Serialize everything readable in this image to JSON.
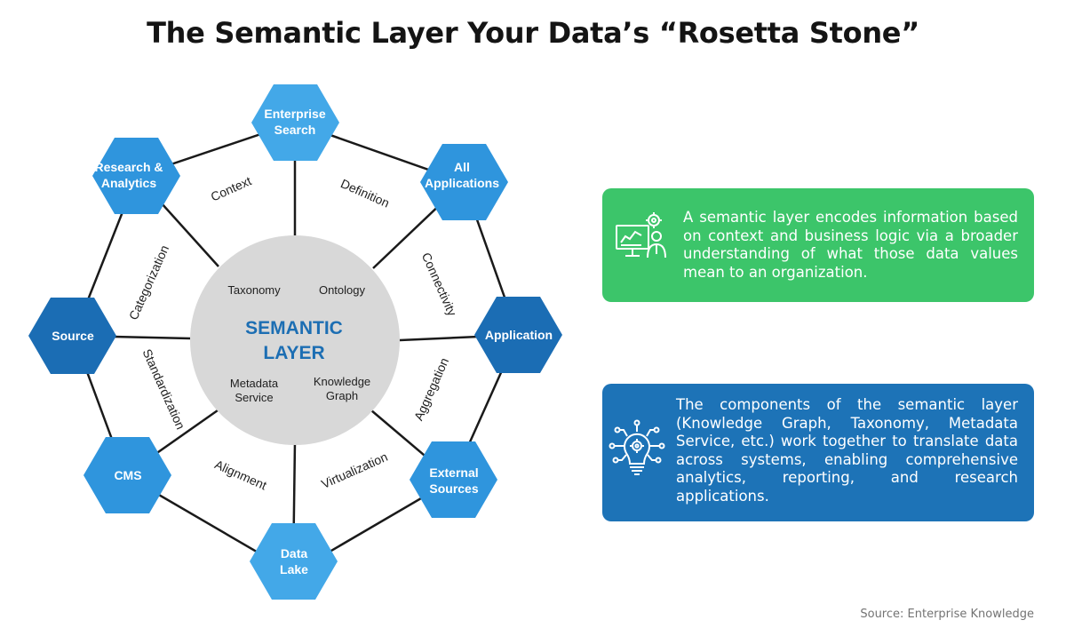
{
  "title": "The Semantic Layer Your Data’s “Rosetta Stone”",
  "center": {
    "title_line1": "SEMANTIC",
    "title_line2": "LAYER",
    "components": [
      {
        "line1": "Taxonomy",
        "line2": ""
      },
      {
        "line1": "Ontology",
        "line2": ""
      },
      {
        "line1": "Metadata",
        "line2": "Service"
      },
      {
        "line1": "Knowledge",
        "line2": "Graph"
      }
    ]
  },
  "nodes": [
    {
      "id": "enterprise-search",
      "line1": "Enterprise",
      "line2": "Search"
    },
    {
      "id": "all-applications",
      "line1": "All",
      "line2": "Applications"
    },
    {
      "id": "application",
      "line1": "Application",
      "line2": ""
    },
    {
      "id": "external-sources",
      "line1": "External",
      "line2": "Sources"
    },
    {
      "id": "data-lake",
      "line1": "Data",
      "line2": "Lake"
    },
    {
      "id": "cms",
      "line1": "CMS",
      "line2": ""
    },
    {
      "id": "source",
      "line1": "Source",
      "line2": ""
    },
    {
      "id": "research-analytics",
      "line1": "Research &",
      "line2": "Analytics"
    }
  ],
  "sectors": [
    "Definition",
    "Connectivity",
    "Aggregation",
    "Virtualization",
    "Alignment",
    "Standardization",
    "Categorization",
    "Context"
  ],
  "cards": {
    "green": {
      "text": "A semantic layer encodes information based on context and business logic via a broader understanding of what those data values mean to an organization.",
      "icon": "analytics-dashboard-person-icon",
      "color": "#3cc56a"
    },
    "blue": {
      "text": "The components of the semantic layer (Knowledge Graph, Taxonomy, Metadata Service, etc.) work together to translate data across systems, enabling comprehensive analytics, reporting, and research applications.",
      "icon": "lightbulb-gear-network-icon",
      "color": "#1d73b7"
    }
  },
  "source": "Source: Enterprise Knowledge",
  "colors": {
    "light_blue": "#3ea1e3",
    "mid_blue": "#2f95dd",
    "dark_blue": "#1b6db4",
    "circle": "#d8d8d8",
    "center_title": "#1c6eb3"
  }
}
